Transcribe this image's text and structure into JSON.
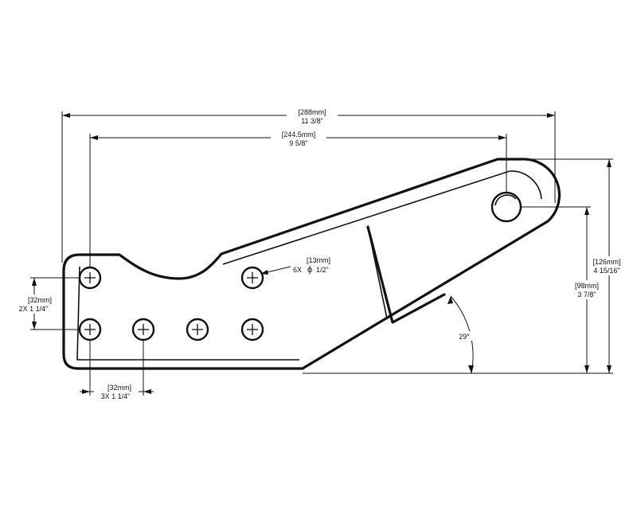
{
  "dimensions": {
    "overall_length": {
      "metric": "[288mm]",
      "imperial": "11 3/8\""
    },
    "hole_to_pivot": {
      "metric": "[244.5mm]",
      "imperial": "9 5/8\""
    },
    "overall_height": {
      "metric": "[126mm]",
      "imperial": "4 15/16\""
    },
    "pivot_height": {
      "metric": "[98mm]",
      "imperial": "3 7/8\""
    },
    "vertical_hole_spacing": {
      "metric": "[32mm]",
      "imperial": "2X  1 1/4\""
    },
    "horizontal_hole_spacing": {
      "metric": "[32mm]",
      "imperial": "3X  1 1/4\""
    },
    "hole_callout": {
      "metric": "[13mm]",
      "count": "6X",
      "symbol": "ϕ",
      "imperial": "1/2\""
    },
    "angle": {
      "value": "29°"
    }
  },
  "colors": {
    "line": "#111111",
    "background": "#ffffff"
  }
}
